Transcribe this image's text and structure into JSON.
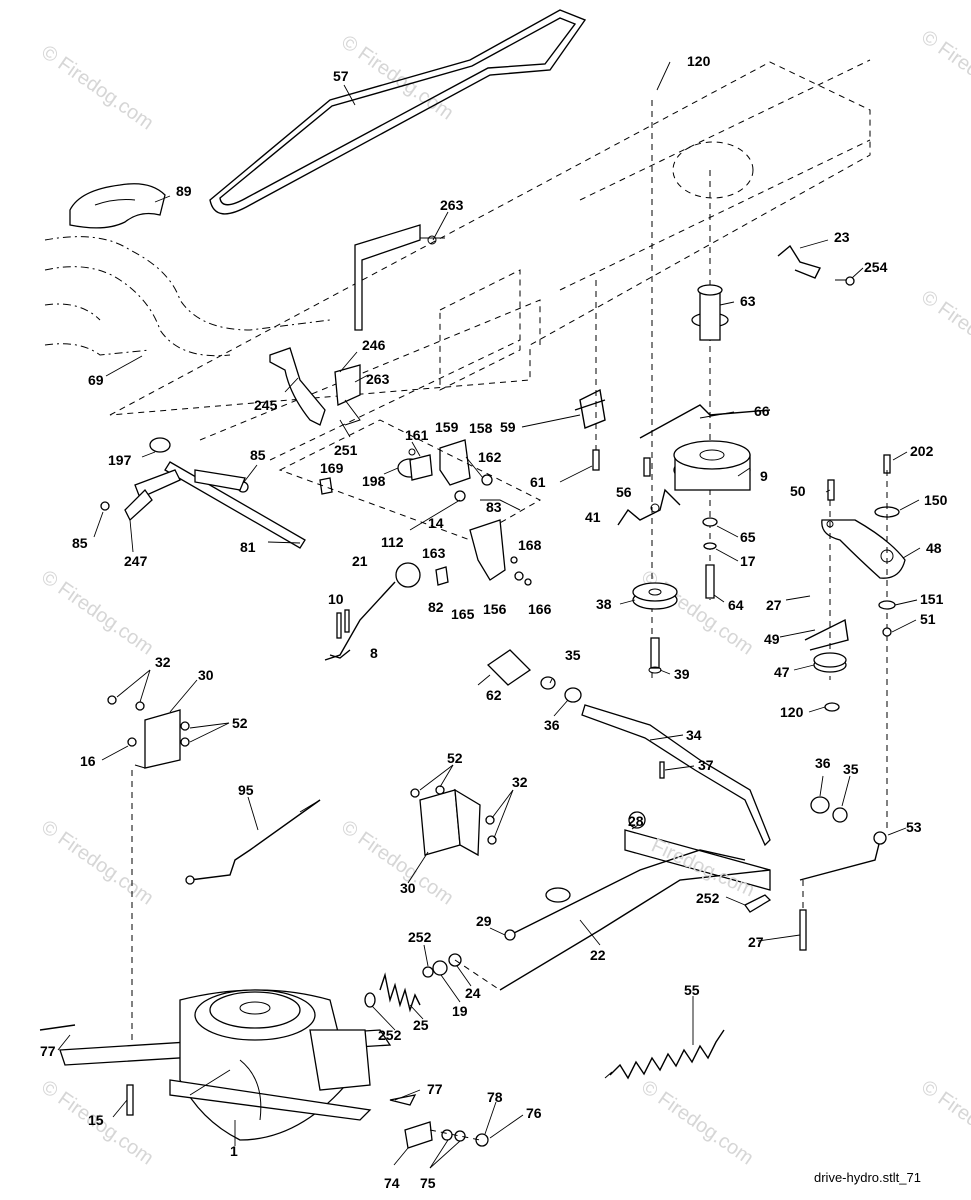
{
  "diagram": {
    "filename": "drive-hydro.stlt_71",
    "watermark": "© Firedog.com",
    "watermark_inline": "Firedog.com",
    "part_numbers": [
      "57",
      "89",
      "69",
      "120",
      "263",
      "246",
      "263b",
      "245",
      "251",
      "197",
      "85",
      "247",
      "85b",
      "81",
      "161",
      "159",
      "158",
      "169",
      "198",
      "162",
      "112",
      "14",
      "83",
      "163",
      "21",
      "168",
      "82",
      "165",
      "156",
      "166",
      "10",
      "8",
      "59",
      "61",
      "66",
      "56",
      "41",
      "9",
      "65",
      "17",
      "63",
      "23",
      "254",
      "202",
      "50",
      "150",
      "48",
      "38",
      "64",
      "39",
      "27",
      "49",
      "51",
      "151",
      "47",
      "120b",
      "32",
      "30",
      "52",
      "16",
      "62",
      "35",
      "36",
      "34",
      "37",
      "95",
      "52b",
      "32b",
      "30b",
      "28",
      "36b",
      "35b",
      "53",
      "252",
      "27b",
      "29",
      "22",
      "252b",
      "24",
      "19",
      "252c",
      "25",
      "55",
      "77",
      "1",
      "15",
      "77b",
      "78",
      "76",
      "74",
      "75"
    ]
  }
}
